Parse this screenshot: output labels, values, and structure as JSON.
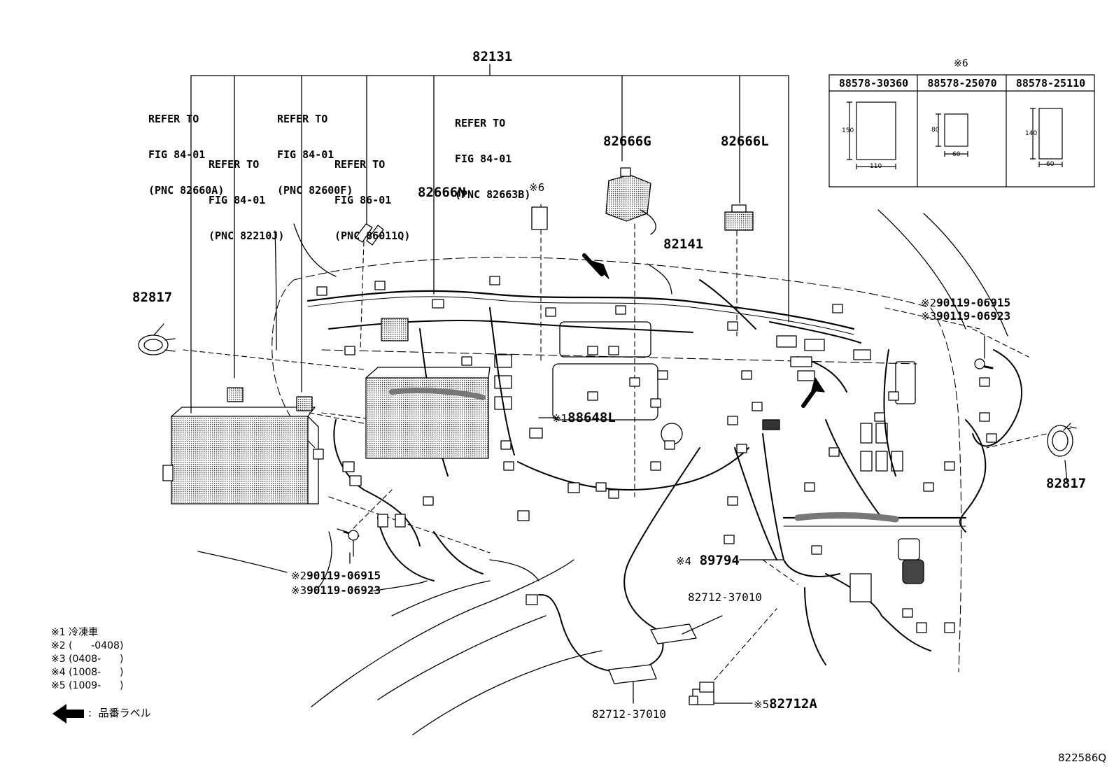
{
  "title_part": "82131",
  "refs": [
    {
      "line1": "REFER TO",
      "line2": "FIG 84-01",
      "line3": "(PNC 82660A)"
    },
    {
      "line1": "REFER TO",
      "line2": "FIG 84-01",
      "line3": "(PNC 82210J)"
    },
    {
      "line1": "REFER TO",
      "line2": "FIG 84-01",
      "line3": "(PNC 82600F)"
    },
    {
      "line1": "REFER TO",
      "line2": "FIG 86-01",
      "line3": "(PNC 86011Q)"
    },
    {
      "line1": "REFER TO",
      "line2": "FIG 84-01",
      "line3": "(PNC 82663B)"
    }
  ],
  "parts": {
    "p82666N": "82666N",
    "p82666G": "82666G",
    "p82666L": "82666L",
    "p82141": "82141",
    "p82817_left": "82817",
    "p82817_right": "82817",
    "p88648L": "88648L",
    "p89794": "89794",
    "p82712A": "82712A",
    "p82712_top": "82712-37010",
    "p82712_bottom": "82712-37010",
    "bolt_left_a": "90119-06915",
    "bolt_left_b": "90119-06923",
    "bolt_right_a": "90119-06915",
    "bolt_right_b": "90119-06923"
  },
  "marks": {
    "m6_label": "※6",
    "m6_table": "※6",
    "m1": "※1",
    "m2_left": "※2",
    "m3_left": "※3",
    "m2_right": "※2",
    "m3_right": "※3",
    "m4": "※4",
    "m5": "※5"
  },
  "label_table": {
    "headers": [
      "88578-30360",
      "88578-25070",
      "88578-25110"
    ],
    "dims": [
      {
        "h": "150",
        "w": "110"
      },
      {
        "h": "80",
        "w": "60"
      },
      {
        "h": "140",
        "w": "60"
      }
    ]
  },
  "legend": [
    {
      "mark": "※1",
      "text": "冷凍車"
    },
    {
      "mark": "※2",
      "text": "(      -0408)"
    },
    {
      "mark": "※3",
      "text": "(0408-      )"
    },
    {
      "mark": "※4",
      "text": "(1008-      )"
    },
    {
      "mark": "※5",
      "text": "(1009-      )"
    }
  ],
  "arrow_legend": ":  品番ラベル",
  "figure_id": "822586Q",
  "colors": {
    "ink": "#000000",
    "shade": "#555555",
    "paper": "#ffffff"
  }
}
